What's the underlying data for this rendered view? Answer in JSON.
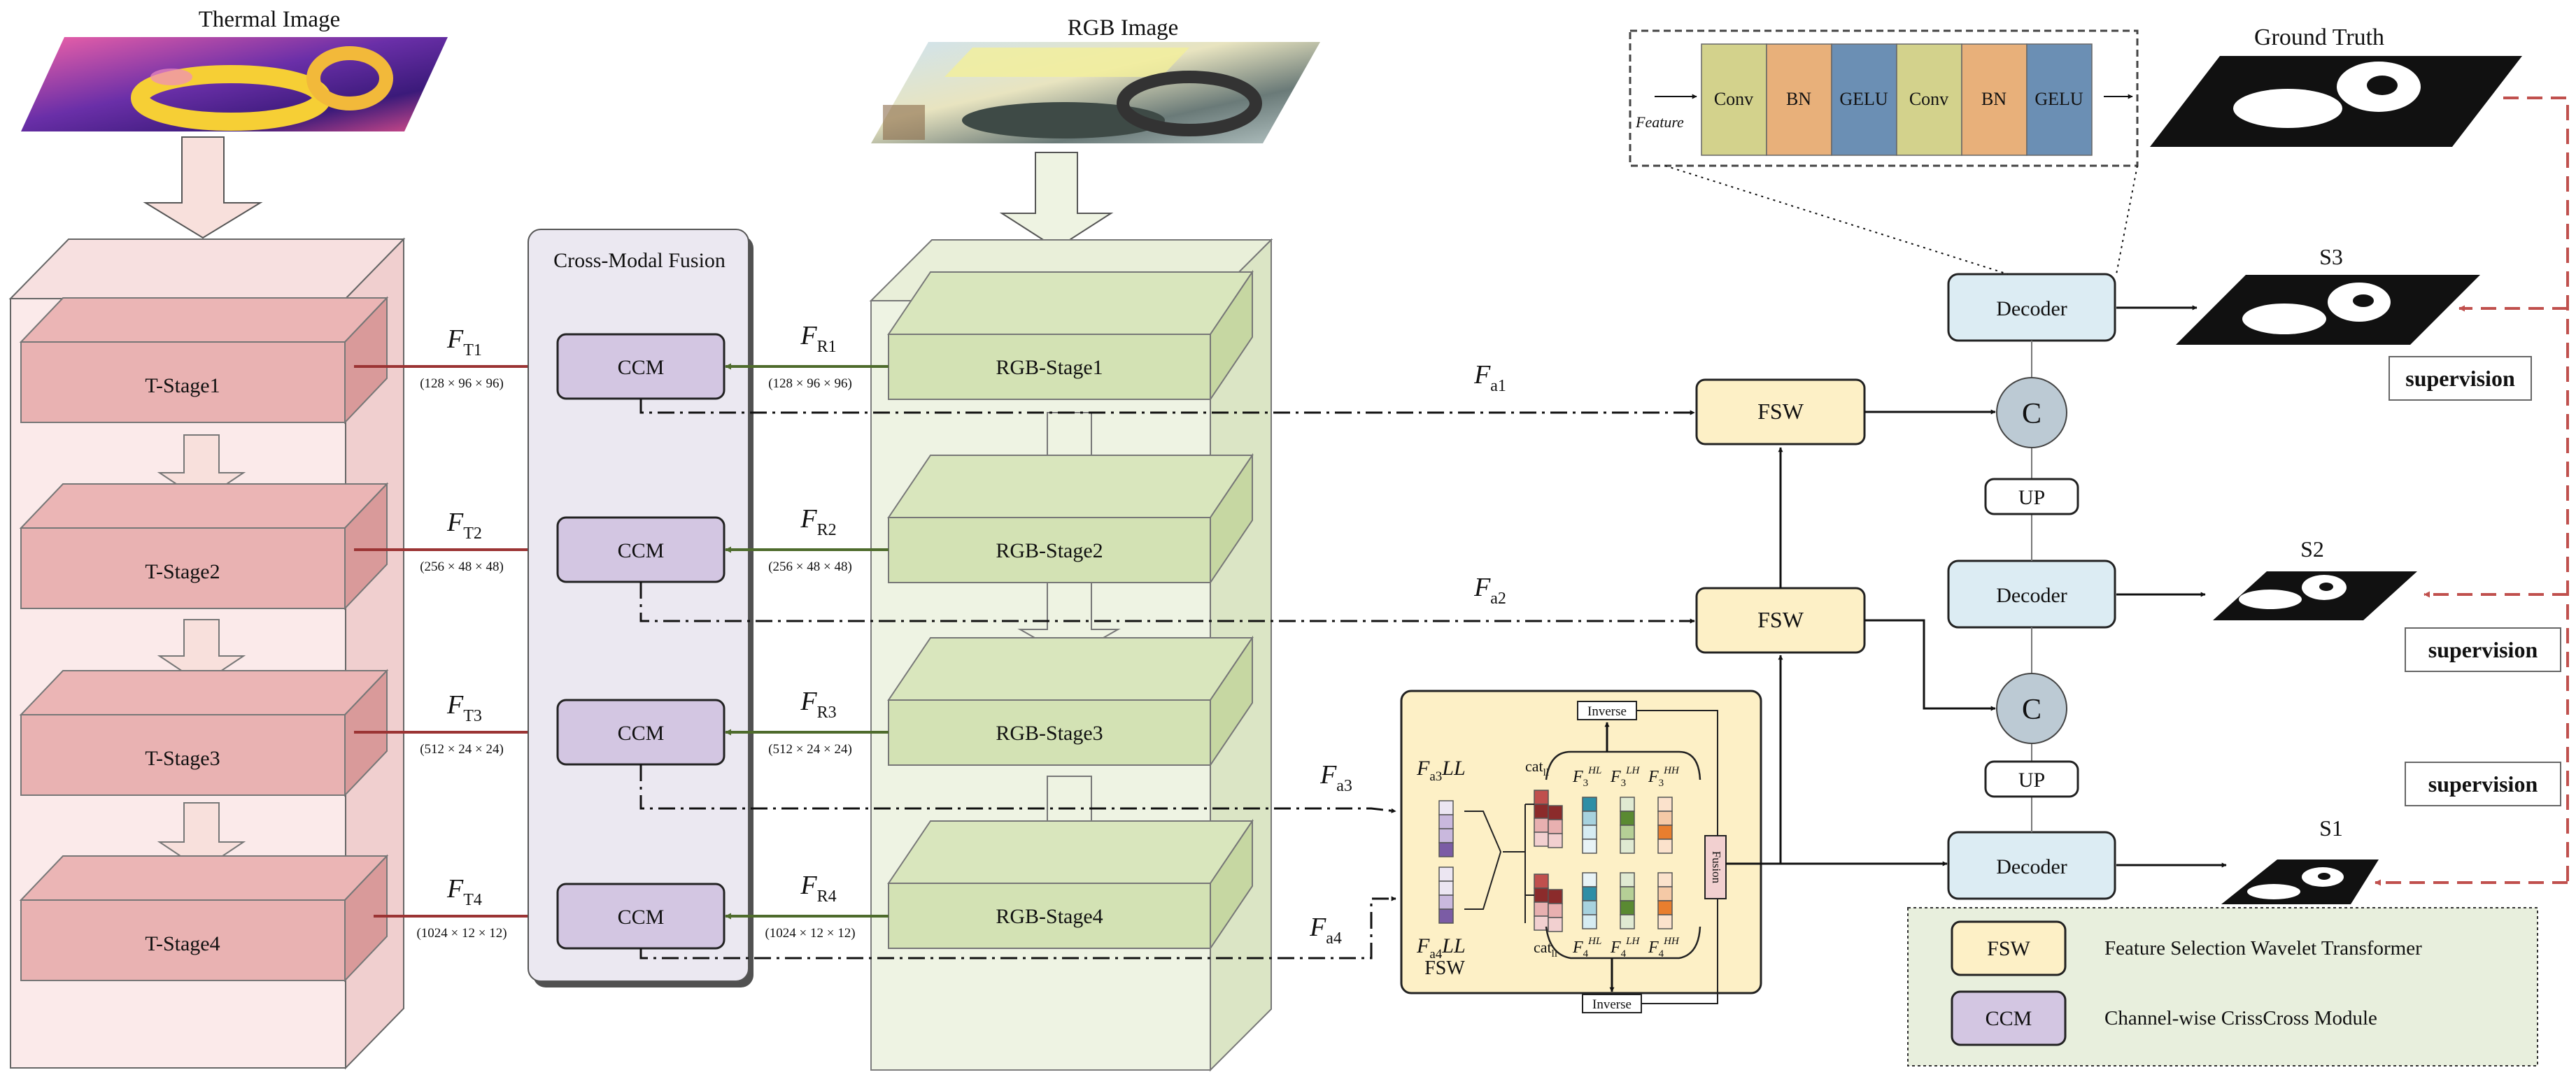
{
  "thermal": {
    "title": "Thermal Image",
    "stages": [
      "T-Stage1",
      "T-Stage2",
      "T-Stage3",
      "T-Stage4"
    ],
    "features": [
      {
        "sym": "F",
        "sub": "T1",
        "dim": "(128 × 96 × 96)"
      },
      {
        "sym": "F",
        "sub": "T2",
        "dim": "(256 × 48 × 48)"
      },
      {
        "sym": "F",
        "sub": "T3",
        "dim": "(512 × 24 × 24)"
      },
      {
        "sym": "F",
        "sub": "T4",
        "dim": "(1024 × 12 × 12)"
      }
    ]
  },
  "rgb": {
    "title": "RGB Image",
    "stages": [
      "RGB-Stage1",
      "RGB-Stage2",
      "RGB-Stage3",
      "RGB-Stage4"
    ],
    "features": [
      {
        "sym": "F",
        "sub": "R1",
        "dim": "(128 × 96 × 96)"
      },
      {
        "sym": "F",
        "sub": "R2",
        "dim": "(256 × 48 × 48)"
      },
      {
        "sym": "F",
        "sub": "R3",
        "dim": "(512 × 24 × 24)"
      },
      {
        "sym": "F",
        "sub": "R4",
        "dim": "(1024 × 12 × 12)"
      }
    ]
  },
  "fusion": {
    "title": "Cross-Modal Fusion",
    "ccm_label": "CCM",
    "agg": [
      {
        "sym": "F",
        "sub": "a1"
      },
      {
        "sym": "F",
        "sub": "a2"
      },
      {
        "sym": "F",
        "sub": "a3"
      },
      {
        "sym": "F",
        "sub": "a4"
      }
    ]
  },
  "fsw_detail": {
    "label": "FSW",
    "in_top": {
      "sym": "F",
      "sub": "a3",
      "suffix": "LL"
    },
    "in_bottom": {
      "sym": "F",
      "sub": "a4",
      "suffix": "LL"
    },
    "cat_top": {
      "main": "cat",
      "sub": "ll"
    },
    "cat_bottom": {
      "main": "cat",
      "sub": "ll"
    },
    "top_bands": [
      {
        "sub": "3",
        "sup": "HL"
      },
      {
        "sub": "3",
        "sup": "LH"
      },
      {
        "sub": "3",
        "sup": "HH"
      }
    ],
    "bottom_bands": [
      {
        "sub": "4",
        "sup": "HL"
      },
      {
        "sub": "4",
        "sup": "LH"
      },
      {
        "sub": "4",
        "sup": "HH"
      }
    ],
    "band_sym": "F",
    "inverse": "Inverse",
    "fusion": "Fusion"
  },
  "decoder_path": {
    "fsw_label": "FSW",
    "decoder_label": "Decoder",
    "concat_label": "C",
    "up_label": "UP",
    "outputs": [
      "S3",
      "S2",
      "S1"
    ],
    "ground_truth": "Ground Truth",
    "supervision": "supervision"
  },
  "decoder_block": {
    "input": "Feature",
    "layers": [
      {
        "name": "Conv",
        "color": "#d3d28c"
      },
      {
        "name": "BN",
        "color": "#e8b07a"
      },
      {
        "name": "GELU",
        "color": "#6b8fb4"
      },
      {
        "name": "Conv",
        "color": "#d3d28c"
      },
      {
        "name": "BN",
        "color": "#e8b07a"
      },
      {
        "name": "GELU",
        "color": "#6b8fb4"
      }
    ]
  },
  "legend": {
    "items": [
      {
        "key": "FSW",
        "text": "Feature Selection Wavelet Transformer",
        "color": "#fdf0c6"
      },
      {
        "key": "CCM",
        "text": "Channel-wise CrissCross Module",
        "color": "#d3c6e2"
      }
    ]
  },
  "colors": {
    "thermal_fill": "#f2cccc",
    "rgb_fill": "#e0e9cc",
    "ccm_fill": "#d3c6e2",
    "fsw_fill": "#fdf0c6",
    "decoder_fill": "#dcecf3",
    "concat_fill": "#bccad4",
    "legend_fill": "#e8efdd",
    "thermal_arrow": "#9b3434",
    "rgb_arrow": "#4e6b2c",
    "supervision_arrow": "#c0504d"
  }
}
